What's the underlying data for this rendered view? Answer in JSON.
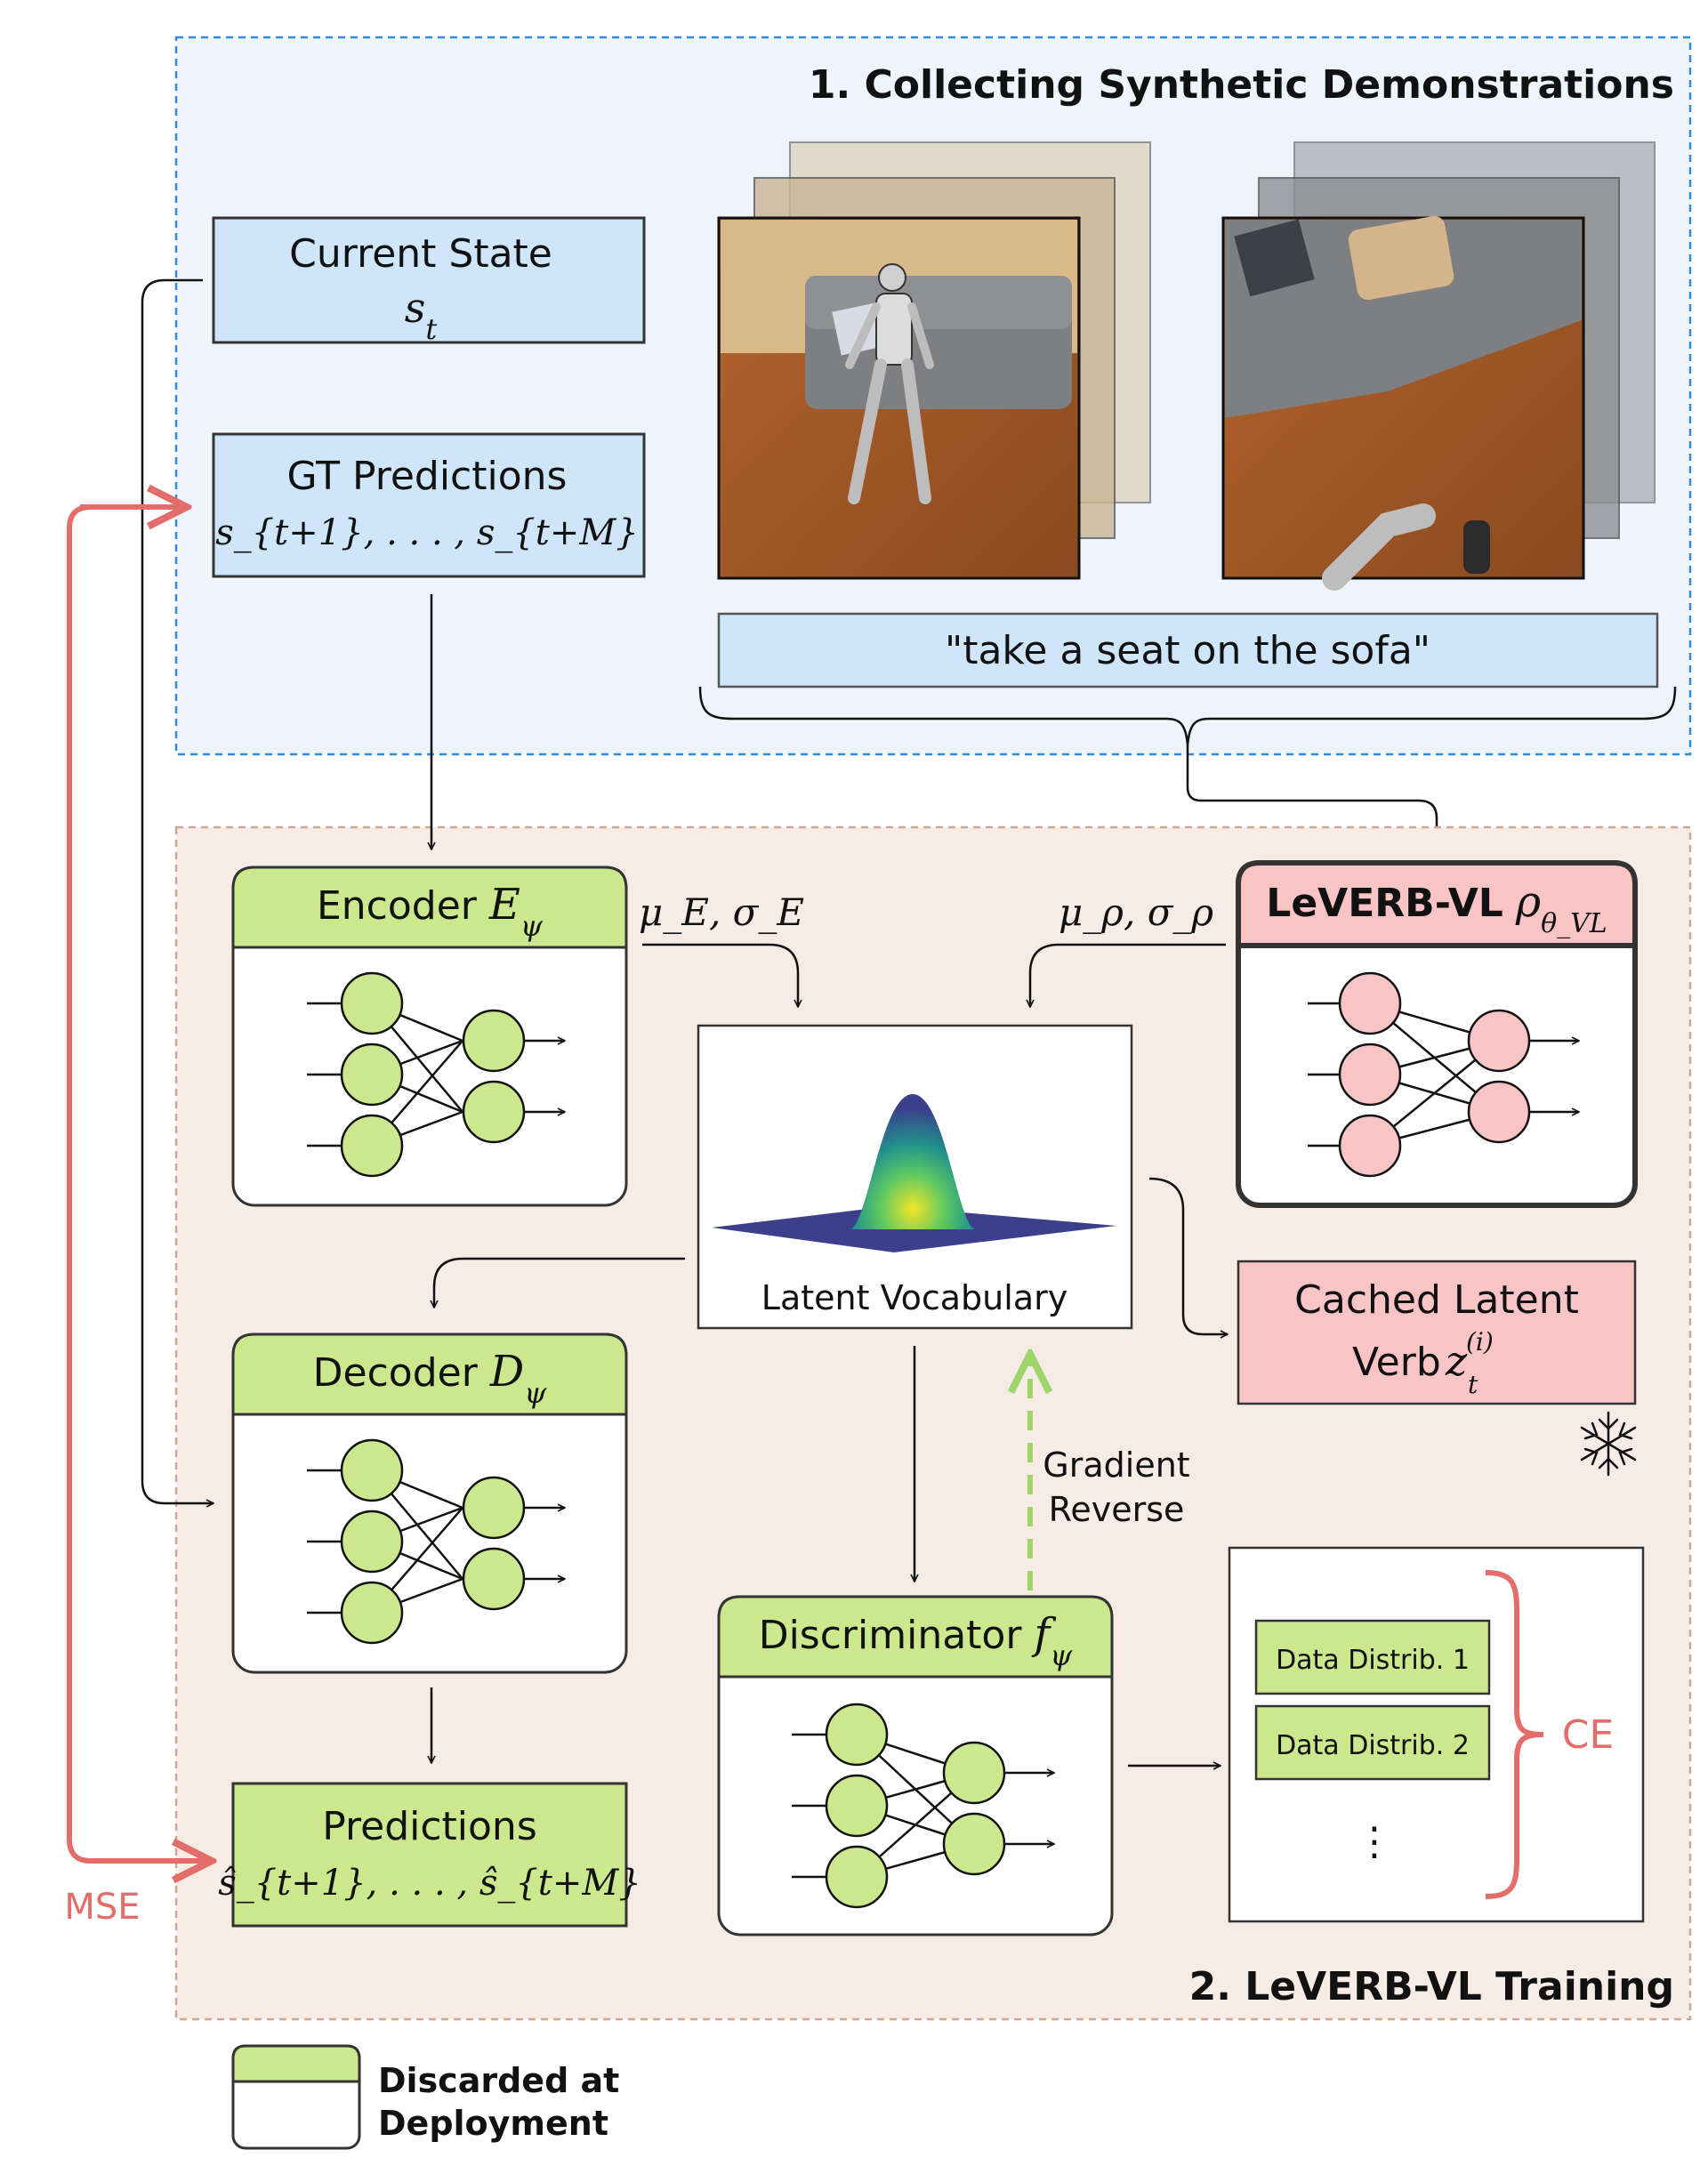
{
  "section1": {
    "title": "1. Collecting Synthetic Demonstrations"
  },
  "section2": {
    "title": "2. LeVERB-VL Training"
  },
  "current_state": {
    "label": "Current State",
    "symbol": "s",
    "subscript": "t"
  },
  "gt_predictions": {
    "label": "GT Predictions",
    "formula": "s_{t+1}, . . . , s_{t+M}"
  },
  "instruction": {
    "text": "\"take a seat on the sofa\""
  },
  "encoder": {
    "label": "Encoder",
    "symbol": "E",
    "subscript": "ψ"
  },
  "encoder_output": {
    "text": "μ_E, σ_E"
  },
  "leverb_vl": {
    "label": "LeVERB-VL",
    "symbol": "ρ",
    "subscript": "θ_VL"
  },
  "leverb_output": {
    "text": "μ_ρ, σ_ρ"
  },
  "latent_vocab": {
    "label": "Latent Vocabulary"
  },
  "cached_latent": {
    "line1": "Cached Latent",
    "line2": "Verb",
    "symbol": "z",
    "sup": "(i)",
    "sub": "t"
  },
  "decoder": {
    "label": "Decoder",
    "symbol": "D",
    "subscript": "ψ"
  },
  "gradient_reverse": {
    "line1": "Gradient",
    "line2": "Reverse"
  },
  "discriminator": {
    "label": "Discriminator",
    "symbol": "f",
    "subscript": "ψ"
  },
  "distributions": {
    "items": [
      "Data Distrib. 1",
      "Data Distrib. 2"
    ],
    "ellipsis": "⋮"
  },
  "ce_label": "CE",
  "mse_label": "MSE",
  "predictions": {
    "label": "Predictions",
    "formula": "ŝ_{t+1}, . . . , ŝ_{t+M}"
  },
  "legend": {
    "line1": "Discarded at",
    "line2": "Deployment"
  },
  "icons": {
    "frozen": "snowflake-icon"
  },
  "colors": {
    "section1_bg": "#edf4fc",
    "section1_border": "#2e8ae6",
    "section2_bg": "#f7ebe6",
    "section2_border": "#c9a992",
    "blue_box": "#cfe5fa",
    "green": "#cbe88e",
    "pink": "#f8c4c5",
    "red_arrow": "#e36d6a",
    "green_dash": "#9fd66b"
  }
}
